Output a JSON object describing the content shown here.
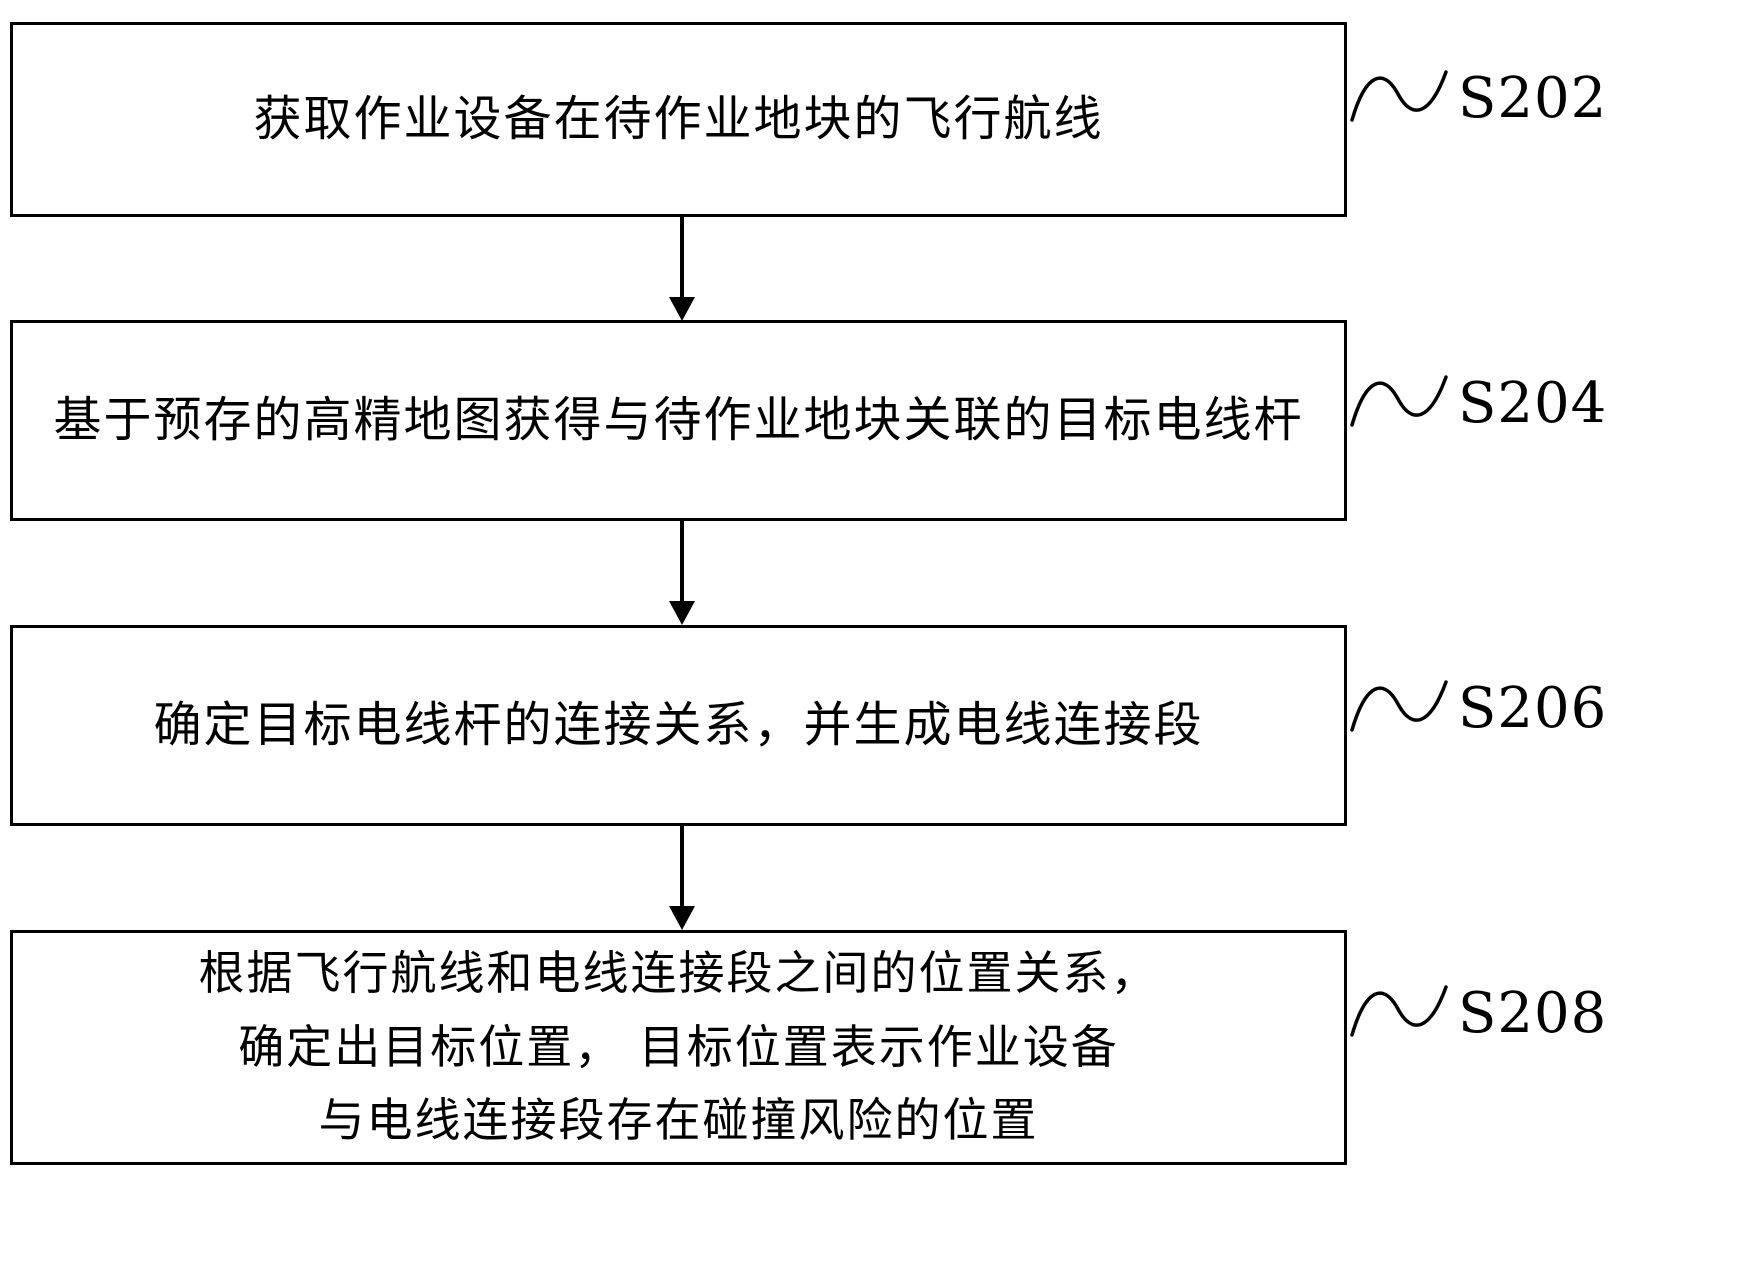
{
  "figure": {
    "steps": [
      {
        "label": "S202",
        "lines": [
          "获取作业设备在待作业地块的飞行航线"
        ]
      },
      {
        "label": "S204",
        "lines": [
          "基于预存的高精地图获得与待作业地块关联的目标电线杆"
        ]
      },
      {
        "label": "S206",
        "lines": [
          "确定目标电线杆的连接关系，并生成电线连接段"
        ]
      },
      {
        "label": "S208",
        "lines": [
          "根据飞行航线和电线连接段之间的位置关系，",
          "确定出目标位置， 目标位置表示作业设备",
          "与电线连接段存在碰撞风险的位置"
        ]
      }
    ]
  }
}
